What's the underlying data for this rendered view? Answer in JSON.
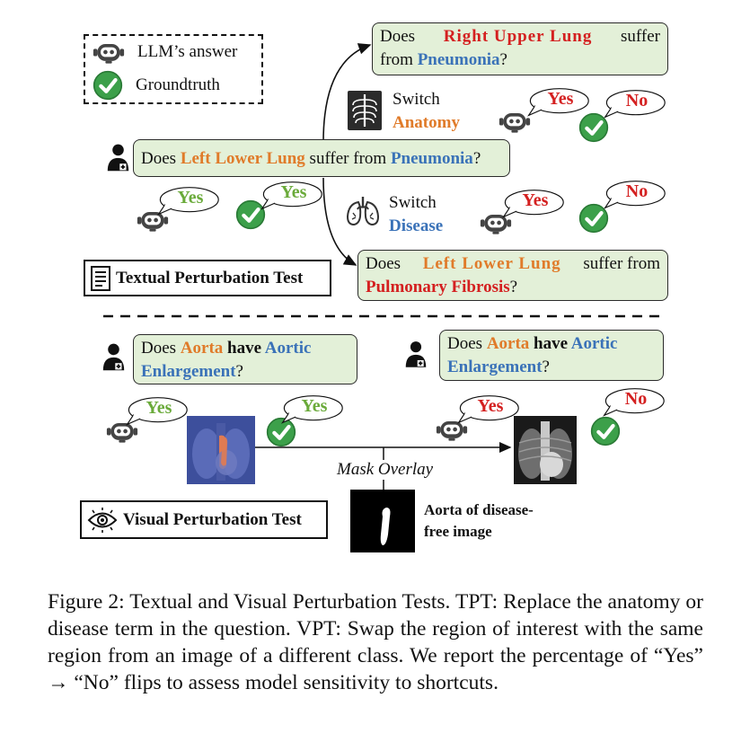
{
  "legend": {
    "llm": "LLM’s answer",
    "gt": "Groundtruth"
  },
  "q_main": {
    "a": "Does ",
    "b": "Left Lower Lung",
    "c": " suffer from ",
    "d": "Pneumonia",
    "e": "?"
  },
  "q_top": {
    "a": "Does ",
    "b": "Right Upper Lung",
    "c": " suffer",
    "d": "from ",
    "e": "Pneumonia",
    "f": "?"
  },
  "q_bottom": {
    "a": "Does ",
    "b": "Left Lower Lung",
    "c": " suffer from",
    "d": "Pulmonary Fibrosis",
    "e": "?"
  },
  "switch_anatomy": {
    "line1": "Switch",
    "line2": "Anatomy"
  },
  "switch_disease": {
    "line1": "Switch",
    "line2": "Disease"
  },
  "answers": {
    "yes": "Yes",
    "no": "No"
  },
  "tpt_label": "Textual Perturbation Test",
  "vpt_label": "Visual Perturbation Test",
  "q_aorta": {
    "a": "Does ",
    "b": "Aorta",
    "c": " have ",
    "d": "Aortic",
    "e": "Enlargement",
    "f": "?"
  },
  "mask_overlay": "Mask Overlay",
  "aorta_note": {
    "line1": "Aorta of disease-",
    "line2": "free image"
  },
  "caption": "Figure 2: Textual and Visual Perturbation Tests. TPT: Replace the anatomy or disease term in the question. VPT: Swap the region of interest with the same region from an image of a different class. We report the percentage of “Yes” → “No” flips to assess model sensitivity to shortcuts.",
  "colors": {
    "box_fill": "#e3f0d8",
    "orange": "#e07b2a",
    "blue": "#3a72b8",
    "red": "#d42020",
    "green": "#6aaa3a",
    "check": "#3ca04a"
  }
}
